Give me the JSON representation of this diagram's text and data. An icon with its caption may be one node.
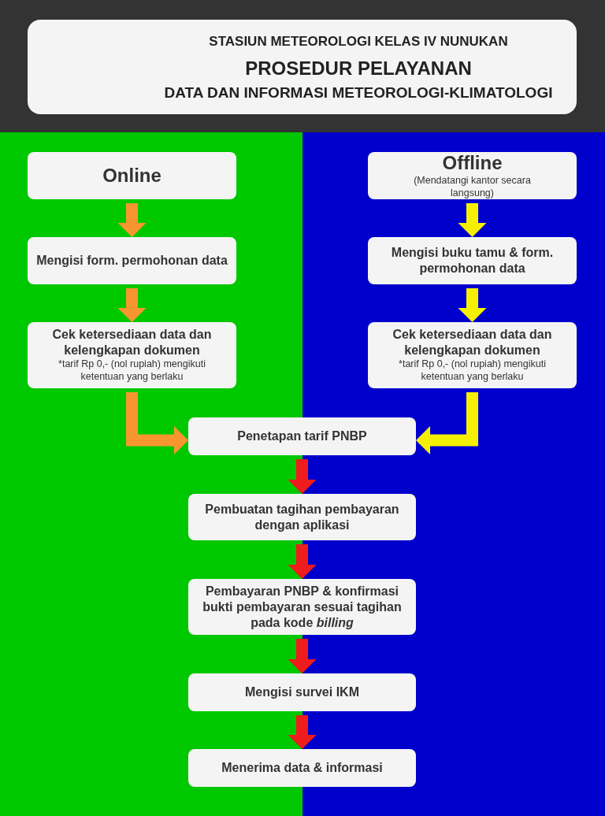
{
  "diagram": {
    "title": "PROSEDUR PELAYANAN",
    "nodes": [
      {
        "text": [
          "Online"
        ]
      },
      {
        "text": [
          "Mengisi form. permohonan data"
        ]
      },
      {
        "text": [
          "Cek ketersediaan data dan kelengkapan dokumen",
          "*tarif Rp 0,- (nol rupiah) mengikuti ketentuan yang berlaku"
        ]
      },
      {
        "text": [
          "Offline",
          "(Mendatangi kantor secara langsung)"
        ]
      },
      {
        "text": [
          "Mengisi buku tamu & form. permohonan data"
        ]
      },
      {
        "text": [
          "Cek ketersediaan data dan kelengkapan dokumen",
          "*tarif Rp 0,- (nol rupiah) mengikuti ketentuan yang berlaku"
        ]
      },
      {
        "text": [
          "Penetapan tarif PNBP"
        ]
      },
      {
        "text": [
          "Pembuatan tagihan pembayaran dengan aplikasi"
        ]
      },
      {
        "text": [
          "Pembayaran PNBP & konfirmasi bukti pembayaran sesuai tagihan pada kode *billing*"
        ]
      },
      {
        "text": [
          "Mengisi survei IKM"
        ]
      },
      {
        "text": [
          "Menerima data & informasi"
        ]
      }
    ],
    "edges": [
      {
        "from": 0,
        "to": 1,
        "arrow": "to",
        "color": "#f7962f"
      },
      {
        "from": 1,
        "to": 2,
        "arrow": "to",
        "color": "#f7962f"
      },
      {
        "from": 2,
        "to": 6,
        "arrow": "to",
        "color": "#f7962f"
      },
      {
        "from": 3,
        "to": 4,
        "arrow": "to",
        "color": "#f5f000"
      },
      {
        "from": 4,
        "to": 5,
        "arrow": "to",
        "color": "#f5f000"
      },
      {
        "from": 5,
        "to": 6,
        "arrow": "to",
        "color": "#f5f000"
      },
      {
        "from": 6,
        "to": 7,
        "arrow": "to",
        "color": "#ee1c1c"
      },
      {
        "from": 7,
        "to": 8,
        "arrow": "to",
        "color": "#ee1c1c"
      },
      {
        "from": 8,
        "to": 9,
        "arrow": "to",
        "color": "#ee1c1c"
      },
      {
        "from": 9,
        "to": 10,
        "arrow": "to",
        "color": "#ee1c1c"
      }
    ],
    "labels": [
      "STASIUN METEOROLOGI KELAS IV NUNUKAN",
      "DATA DAN INFORMASI METEOROLOGI-KLIMATOLOGI"
    ]
  }
}
